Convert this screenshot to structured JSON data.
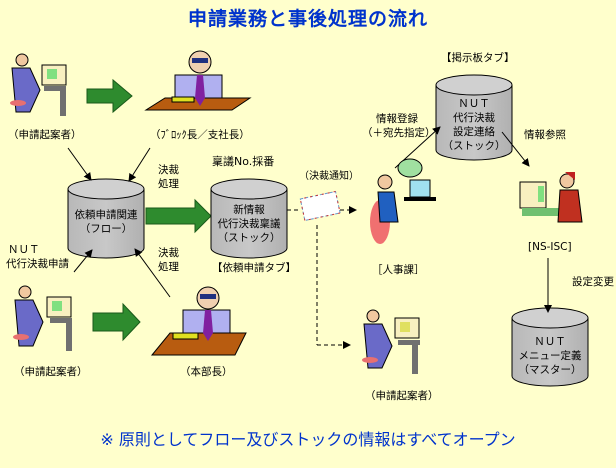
{
  "title": "申請業務と事後処理の流れ",
  "footer": "※ 原則としてフロー及びストックの情報はすべてオープン",
  "colors": {
    "background": "#ffffcc",
    "title": "#0033cc",
    "green_arrow": "#2e8b2e",
    "cylinder": "#c0c0c0"
  },
  "people": {
    "applicant_top": "（申請起案者）",
    "block_manager": "（ﾌﾞﾛｯｸ長／支社長）",
    "applicant_bottom": "（申請起案者）",
    "division_head": "（本部長）",
    "hr": "［人事課］",
    "nsisc": "[NS-ISC]",
    "applicant_right": "（申請起案者）"
  },
  "cylinders": {
    "flow": {
      "lines": [
        "依頼申請関連",
        "（フロー）"
      ]
    },
    "stock": {
      "lines": [
        "新情報",
        "代行決裁稟議",
        "（ストック）"
      ],
      "caption_top": "稟議No.採番",
      "caption_bottom": "【依頼申請タブ】"
    },
    "board": {
      "lines": [
        "ＮＵＴ",
        "代行決裁",
        "設定連絡",
        "（ストック）"
      ],
      "caption_top": "【掲示板タブ】"
    },
    "master": {
      "lines": [
        "ＮＵＴ",
        "メニュー定義",
        "（マスター）"
      ]
    }
  },
  "labels": {
    "approve_top": [
      "決裁",
      "処理"
    ],
    "approve_bottom": [
      "決裁",
      "処理"
    ],
    "nut_request": [
      "ＮＵＴ",
      "代行決裁申請"
    ],
    "notice": "（決裁通知）",
    "info_register": [
      "情報登録",
      "（＋宛先指定）"
    ],
    "info_reference": "情報参照",
    "setting_change": "設定変更"
  }
}
